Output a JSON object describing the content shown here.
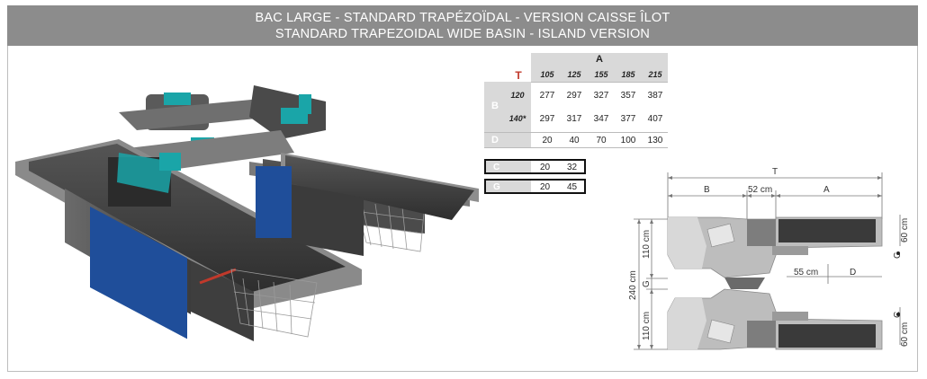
{
  "header": {
    "title_fr": "BAC LARGE - STANDARD TRAPÉZOÏDAL - VERSION CAISSE ÎLOT",
    "title_en": "STANDARD TRAPEZOIDAL WIDE BASIN - ISLAND VERSION"
  },
  "table": {
    "col_group": "A",
    "t_label": "T",
    "columns": [
      "105",
      "125",
      "155",
      "185",
      "215"
    ],
    "b_label": "B",
    "rows": [
      {
        "label": "120",
        "values": [
          "277",
          "297",
          "327",
          "357",
          "387"
        ]
      },
      {
        "label": "140*",
        "values": [
          "297",
          "317",
          "347",
          "377",
          "407"
        ]
      }
    ],
    "d_row": {
      "label": "D",
      "values": [
        "20",
        "40",
        "70",
        "100",
        "130"
      ]
    },
    "c_row": {
      "label": "C",
      "values": [
        "20",
        "32"
      ]
    },
    "g_row": {
      "label": "G",
      "values": [
        "20",
        "45"
      ]
    }
  },
  "diagram": {
    "T": "T",
    "B": "B",
    "mid": "52 cm",
    "A": "A",
    "height_total": "240 cm",
    "h_top": "110 cm",
    "h_bottom": "110 cm",
    "G": "G",
    "C_top": "C",
    "C_bottom": "C",
    "w60_top": "60 cm",
    "w60_bottom": "60 cm",
    "d55": "55 cm",
    "D": "D"
  },
  "colors": {
    "header_bg": "#8c8c8c",
    "accent_red": "#c0392b",
    "counter_blue": "#1f4e9a",
    "screen_teal": "#1aa5a8"
  }
}
